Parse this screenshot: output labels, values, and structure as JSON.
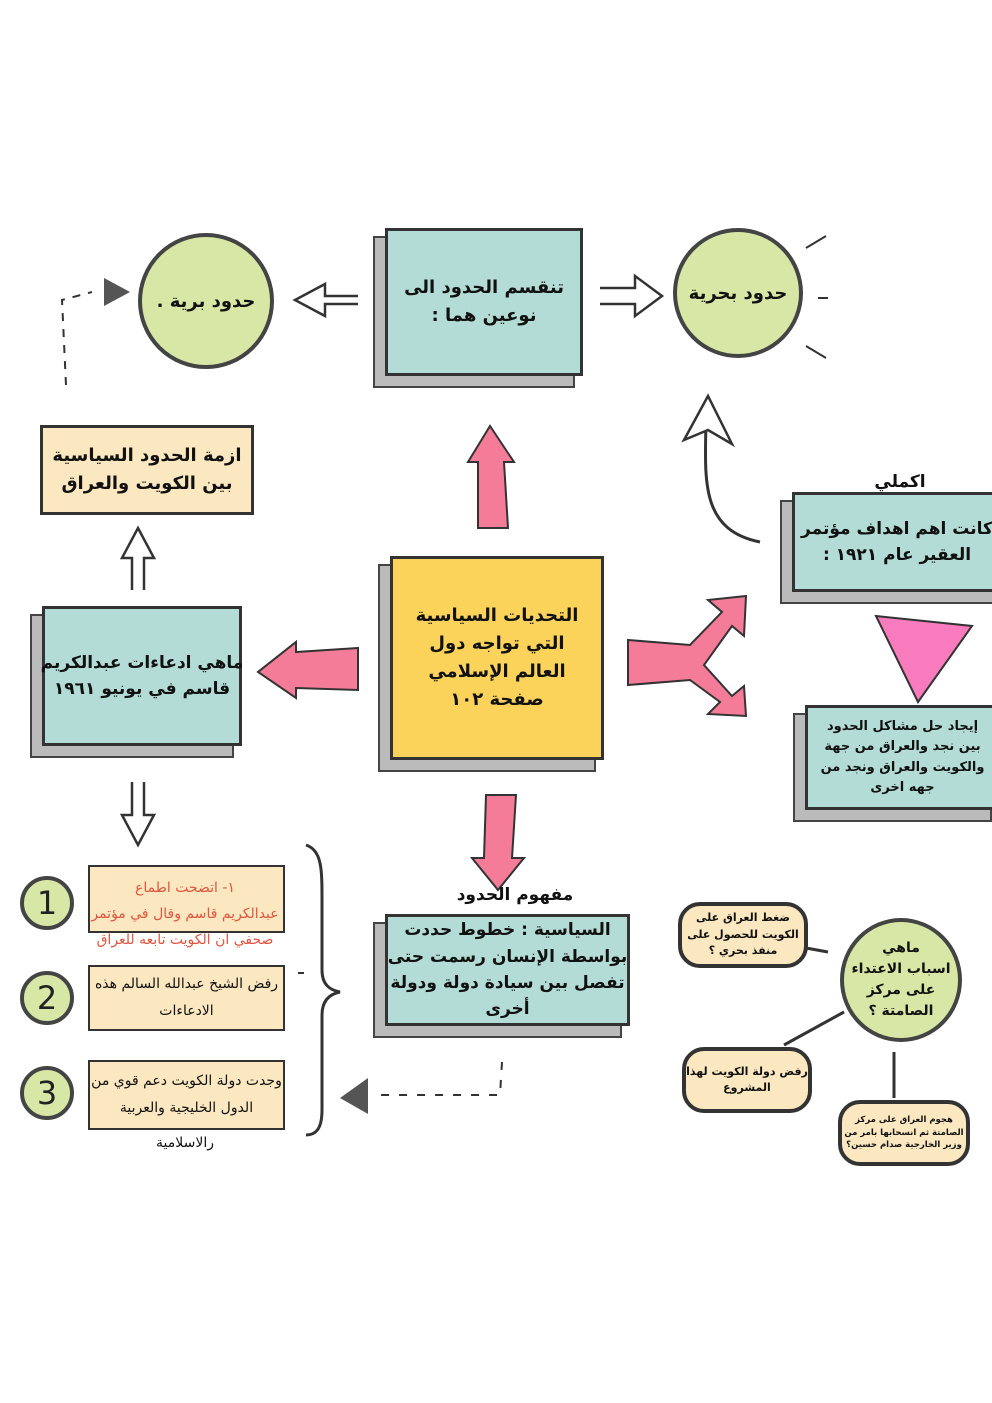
{
  "top_box": {
    "line1": "تنقسم الحدود الى",
    "line2": "نوعين هما :"
  },
  "land_borders": "حدود برية .",
  "sea_borders": "حدود بحرية",
  "crisis_box": {
    "line1": "ازمة الحدود السياسية",
    "line2": "بين الكويت والعراق"
  },
  "center_box": {
    "line1": "التحديات السياسية",
    "line2": "التي تواجه دول",
    "line3": "العالم الإسلامي",
    "line4": "صفحة ١٠٢"
  },
  "claims_box": {
    "line1": "ماهي ادعاءات عبدالكريم",
    "line2": "قاسم في يونيو ١٩٦١"
  },
  "complete_label": "اكملي",
  "uqair_box": {
    "line1": "كانت اهم اهداف مؤتمر",
    "line2": "العقير عام ١٩٢١ :"
  },
  "uqair_answer": {
    "line1": "إيجاد حل مشاكل الحدود",
    "line2": "بين نجد والعراق من جهة",
    "line3": "والكويت والعراق ونجد من",
    "line4": "جهه اخرى"
  },
  "concept_label": "مفهوم الحدود",
  "concept_box": {
    "line1": "السياسية : خطوط حددت",
    "line2": "بواسطة الإنسان رسمت حتى",
    "line3": "تفصل بين سيادة دولة ودولة",
    "line4": "أخرى"
  },
  "items": [
    {
      "number": "1",
      "line1": "١- اتضحت اطماع",
      "line2": "عبدالكريم قاسم وقال في مؤتمر",
      "line3": "صحفي ان الكويت  تابعه للعراق"
    },
    {
      "number": "2",
      "line1": "رفض الشيخ عبدالله السالم هذه",
      "line2": "الادعاءات"
    },
    {
      "number": "3",
      "line1": "وجدت دولة الكويت دعم قوي من",
      "line2": "الدول الخليجية والعربية",
      "line3": "رالاسلامية"
    }
  ],
  "samita": {
    "question": {
      "line1": "ماهي",
      "line2": "اسباب الاعتداء",
      "line3": "على مركز",
      "line4": "الصامتة ؟"
    },
    "pressure": {
      "line1": "ضغط العراق على",
      "line2": "الكويت للحصول على",
      "line3": "منفذ بحري ؟"
    },
    "refusal": {
      "line1": "رفض دولة الكويت لهذا",
      "line2": "المشروع"
    },
    "attack": {
      "line1": "هجوم العراق على مركز",
      "line2": "الصامتة ثم انسحابها بامر من",
      "line3": "وزير الخارجية صدام حسين؟"
    }
  },
  "colors": {
    "teal": "#b4dcd6",
    "yellow": "#fbd25a",
    "cream": "#fbe8c0",
    "green": "#d8e7a6",
    "pink": "#f47c98",
    "magenta": "#f87cbd",
    "red_text": "#e0553f"
  }
}
